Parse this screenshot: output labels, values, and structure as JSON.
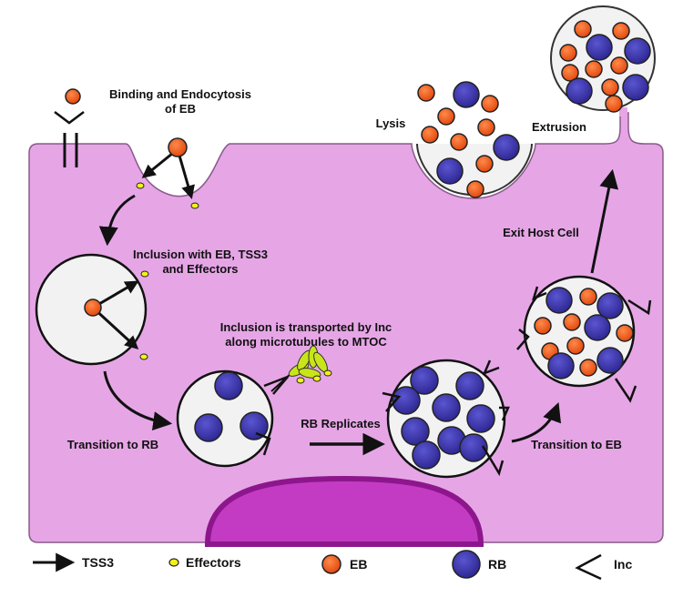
{
  "colors": {
    "cell_fill": "#e6a6e6",
    "cell_stroke": "#8a5a8a",
    "nucleus_fill": "#c33bc3",
    "nucleus_stroke": "#8d168d",
    "vacuole_fill": "#f2f2f2",
    "eb": "#e9521a",
    "rb": "#3a33a8",
    "effector": "#f4f01a",
    "inc_green": "#c9e51a"
  },
  "labels": {
    "binding": [
      "Binding and Endocytosis",
      "of EB"
    ],
    "inclusion": [
      "Inclusion with EB, TSS3",
      "and Effectors"
    ],
    "transported": [
      "Inclusion is transported by Inc",
      "along microtubules to MTOC"
    ],
    "transition_rb": "Transition to RB",
    "rb_replicates": "RB Replicates",
    "transition_eb": "Transition to EB",
    "exit": "Exit Host Cell",
    "lysis": "Lysis",
    "extrusion": "Extrusion"
  },
  "legend": {
    "tss3": "TSS3",
    "effectors": "Effectors",
    "eb": "EB",
    "rb": "RB",
    "inc": "Inc"
  }
}
